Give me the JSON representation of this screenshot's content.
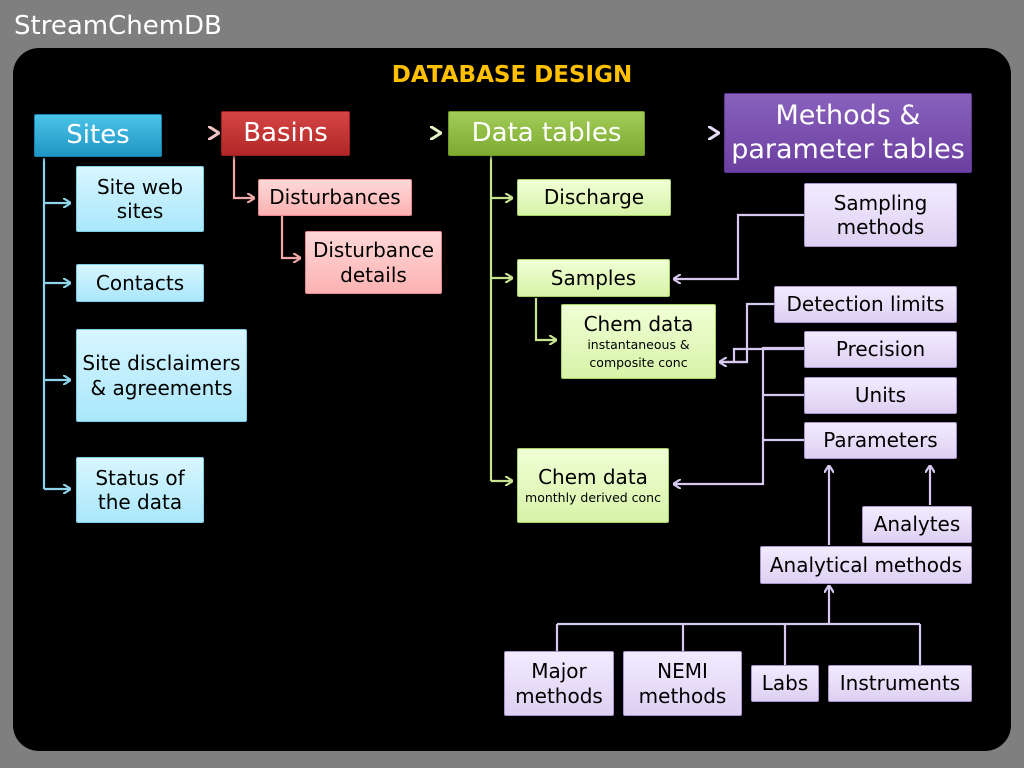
{
  "app_title": "StreamChemDB",
  "heading": "DATABASE DESIGN",
  "top": {
    "sites": "Sites",
    "basins": "Basins",
    "data_tables": "Data tables",
    "methods": "Methods & parameter tables"
  },
  "sites_children": {
    "web": "Site web sites",
    "contacts": "Contacts",
    "disclaimers": "Site disclaimers & agreements",
    "status": "Status of the data"
  },
  "basins_children": {
    "disturbances": "Disturbances",
    "disturbance_details": "Disturbance details"
  },
  "data_children": {
    "discharge": "Discharge",
    "samples": "Samples",
    "chem_inst": {
      "title": "Chem data",
      "sub": "instantaneous & composite conc"
    },
    "chem_monthly": {
      "title": "Chem data",
      "sub": "monthly derived conc"
    }
  },
  "method_items": {
    "sampling": "Sampling methods",
    "detection": "Detection limits",
    "precision": "Precision",
    "units": "Units",
    "parameters": "Parameters",
    "analytes": "Analytes",
    "analytical": "Analytical methods",
    "major": "Major methods",
    "nemi": "NEMI methods",
    "labs": "Labs",
    "instruments": "Instruments"
  },
  "colors": {
    "heading": "#ffc000",
    "sites": "#2aa7d6",
    "basins": "#c33333",
    "data": "#8cbb3f",
    "methods": "#7a50b0"
  }
}
